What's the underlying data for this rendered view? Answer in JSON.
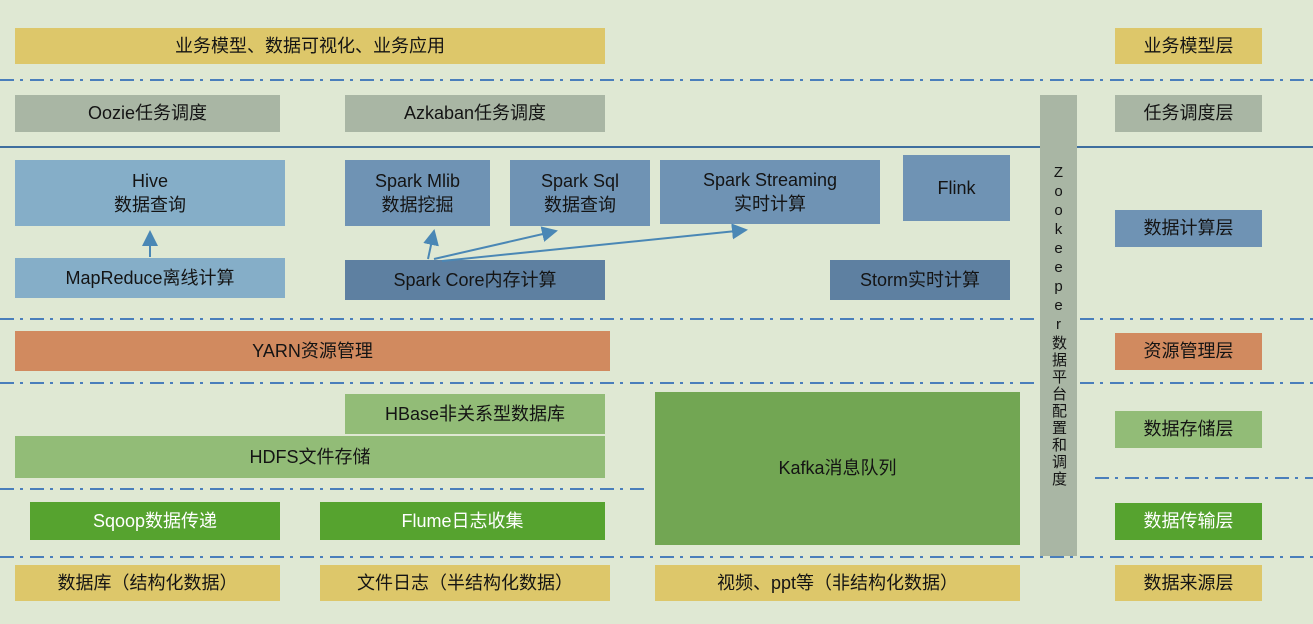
{
  "layers": {
    "business": {
      "app_box": "业务模型、数据可视化、业务应用",
      "label": "业务模型层"
    },
    "scheduling": {
      "oozie": "Oozie任务调度",
      "azkaban": "Azkaban任务调度",
      "label": "任务调度层"
    },
    "compute": {
      "hive": "Hive\n数据查询",
      "spark_mlib": "Spark Mlib\n数据挖掘",
      "spark_sql": "Spark Sql\n数据查询",
      "spark_streaming": "Spark Streaming\n实时计算",
      "flink": "Flink",
      "mapreduce": "MapReduce离线计算",
      "spark_core": "Spark Core内存计算",
      "storm": "Storm实时计算",
      "label": "数据计算层"
    },
    "resource": {
      "yarn": "YARN资源管理",
      "label": "资源管理层"
    },
    "storage": {
      "hbase": "HBase非关系型数据库",
      "hdfs": "HDFS文件存储",
      "kafka": "Kafka消息队列",
      "label": "数据存储层"
    },
    "transport": {
      "sqoop": "Sqoop数据传递",
      "flume": "Flume日志收集",
      "label": "数据传输层"
    },
    "source": {
      "db": "数据库（结构化数据）",
      "files": "文件日志（半结构化数据）",
      "media": "视频、ppt等（非结构化数据）",
      "label": "数据来源层"
    }
  },
  "zookeeper": "Zookeeper数据平台配置和调度",
  "colors": {
    "background": "#dfe8d3",
    "yellow": "#ddc76a",
    "gray_green": "#a9b6a4",
    "light_blue": "#85aec8",
    "steel_blue": "#6f93b4",
    "dark_blue": "#5e80a1",
    "orange": "#d18a5f",
    "mid_green": "#92bc77",
    "kafka_green": "#72a653",
    "bright_green": "#56a32f",
    "divider_blue": "#4a7ebb",
    "arrow_blue": "#4a87b5"
  }
}
